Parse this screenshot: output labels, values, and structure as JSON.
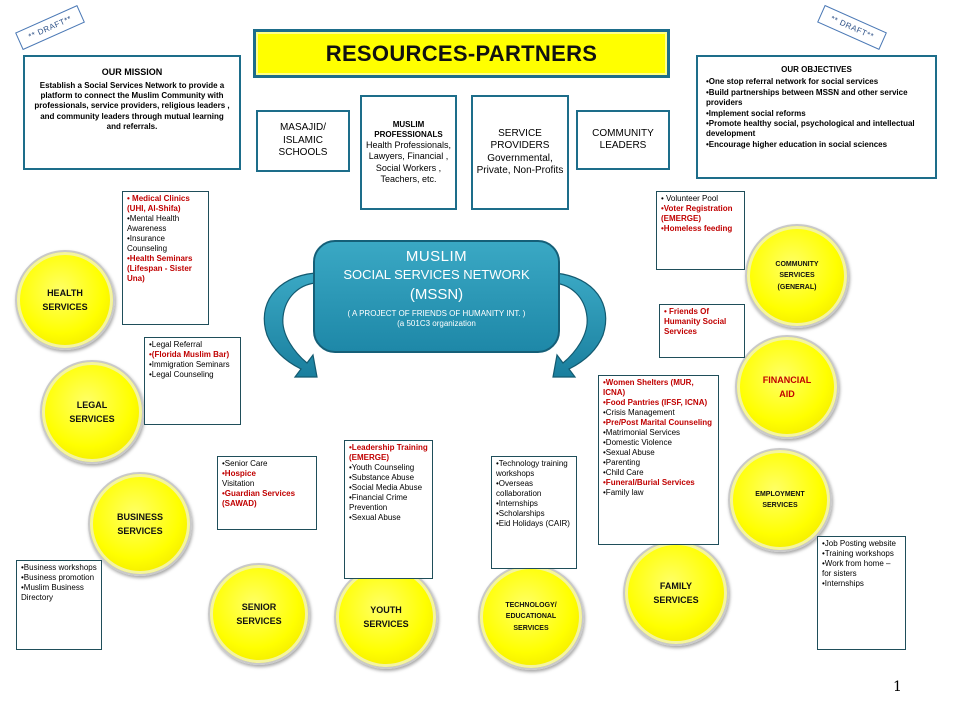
{
  "draft_left": "** DRAFT**",
  "draft_right": "** DRAFT**",
  "title": "RESOURCES-PARTNERS",
  "mission": {
    "heading": "OUR MISSION",
    "text": "Establish a Social Services Network to provide a platform to connect the Muslim Community with professionals, service providers, religious leaders , and community leaders  through mutual learning and referrals."
  },
  "objectives": {
    "heading": "OUR OBJECTIVES",
    "items": [
      "•One stop referral network for social services",
      "•Build partnerships between MSSN and other service providers",
      "•Implement social reforms",
      "•Promote healthy social, psychological and intellectual development",
      "•Encourage higher education in social sciences"
    ]
  },
  "partners": [
    {
      "label": "MASAJID/\nISLAMIC\nSCHOOLS"
    },
    {
      "label": "MUSLIM PROFESSIONALS",
      "sub": "Health Professionals, Lawyers, Financial , Social Workers , Teachers, etc."
    },
    {
      "label": "SERVICE PROVIDERS",
      "sub": "Governmental, Private, Non-Profits"
    },
    {
      "label": "COMMUNITY LEADERS"
    }
  ],
  "mssn": {
    "line1": "MUSLIM",
    "line2": "SOCIAL SERVICES NETWORK",
    "line3": "(MSSN)",
    "line4": "( A PROJECT OF FRIENDS OF HUMANITY INT. )",
    "line5": "(a  501C3 organization"
  },
  "services": {
    "health": "HEALTH\nSERVICES",
    "legal": "LEGAL\nSERVICES",
    "business": "BUSINESS\nSERVICES",
    "senior": "SENIOR\nSERVICES",
    "youth": "YOUTH\nSERVICES",
    "technology": "TECHNOLOGY/\nEDUCATIONAL\nSERVICES",
    "family": "FAMILY\nSERVICES",
    "employment": "EMPLOYMENT\nSERVICES",
    "financial": "FINANCIAL\nAID",
    "community": "COMMUNITY\nSERVICES\n(GENERAL)"
  },
  "details": {
    "health": [
      {
        "t": "• Medical Clinics (UHI, Al-Shifa)",
        "red": true
      },
      {
        "t": "•Mental Health Awareness",
        "red": false
      },
      {
        "t": "•Insurance Counseling",
        "red": false
      },
      {
        "t": "•Health Seminars (Lifespan - Sister Una)",
        "red": true
      }
    ],
    "legal": [
      {
        "t": "•Legal Referral",
        "red": false
      },
      {
        "t": "•(Florida Muslim Bar)",
        "red": true
      },
      {
        "t": "•Immigration Seminars",
        "red": false
      },
      {
        "t": "•Legal Counseling",
        "red": false
      }
    ],
    "business": [
      {
        "t": "•Business workshops",
        "red": false
      },
      {
        "t": "•Business promotion",
        "red": false
      },
      {
        "t": "•Muslim Business Directory",
        "red": false
      }
    ],
    "senior": [
      {
        "t": "•Senior Care",
        "red": false
      },
      {
        "t": "•Hospice",
        "red": true
      },
      {
        "t": "Visitation",
        "red": false
      },
      {
        "t": "•Guardian Services",
        "red": true
      },
      {
        "t": "(SAWAD)",
        "red": true
      }
    ],
    "youth": [
      {
        "t": "•Leadership Training (EMERGE)",
        "red": true
      },
      {
        "t": "•Youth Counseling",
        "red": false
      },
      {
        "t": "•Substance Abuse",
        "red": false
      },
      {
        "t": "•Social Media Abuse",
        "red": false
      },
      {
        "t": "•Financial Crime Prevention",
        "red": false
      },
      {
        "t": "•Sexual Abuse",
        "red": false
      }
    ],
    "technology": [
      {
        "t": "•Technology training workshops",
        "red": false
      },
      {
        "t": "•Overseas collaboration",
        "red": false
      },
      {
        "t": "•Internships",
        "red": false
      },
      {
        "t": "•Scholarships",
        "red": false
      },
      {
        "t": "•Eid Holidays (CAIR)",
        "red": false
      }
    ],
    "family": [
      {
        "t": "•Women Shelters (MUR, ICNA)",
        "red": true
      },
      {
        "t": "•Food Pantries (IFSF, ICNA)",
        "red": true
      },
      {
        "t": "•Crisis Management",
        "red": false
      },
      {
        "t": "•Pre/Post Marital Counseling",
        "red": true
      },
      {
        "t": "•Matrimonial Services",
        "red": false
      },
      {
        "t": "•Domestic Violence",
        "red": false
      },
      {
        "t": "•Sexual Abuse",
        "red": false
      },
      {
        "t": "•Parenting",
        "red": false
      },
      {
        "t": "•Child Care",
        "red": false
      },
      {
        "t": "•Funeral/Burial Services",
        "red": true
      },
      {
        "t": "•Family law",
        "red": false
      }
    ],
    "employment": [
      {
        "t": "•Job Posting website",
        "red": false
      },
      {
        "t": "•Training workshops",
        "red": false
      },
      {
        "t": "•Work from home – for sisters",
        "red": false
      },
      {
        "t": "•Internships",
        "red": false
      }
    ],
    "financial": [
      {
        "t": "• Friends Of Humanity Social Services",
        "red": true
      }
    ],
    "community": [
      {
        "t": "• Volunteer Pool",
        "red": false
      },
      {
        "t": "•Voter Registration (EMERGE)",
        "red": true
      },
      {
        "t": "•Homeless feeding",
        "red": true
      }
    ]
  },
  "page_number": "1",
  "colors": {
    "accent": "#1d6d8a",
    "circle": "#ffff00",
    "highlight": "#c00000"
  }
}
